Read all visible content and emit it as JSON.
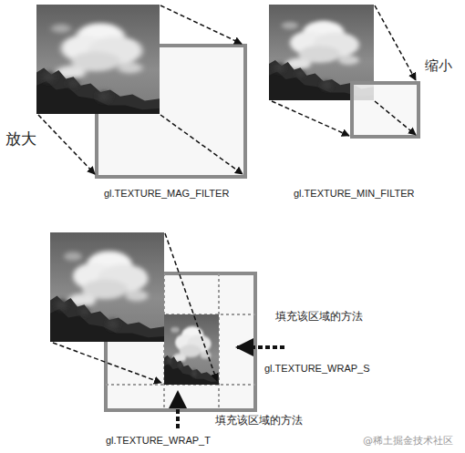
{
  "diagram": {
    "labels": [
      "放大",
      "gl.TEXTURE_MAG_FILTER",
      "缩小",
      "gl.TEXTURE_MIN_FILTER",
      "填充该区域的方法",
      "gl.TEXTURE_WRAP_S",
      "填充该区域的方法",
      "gl.TEXTURE_WRAP_T",
      "@稀土掘金技术社区"
    ]
  }
}
